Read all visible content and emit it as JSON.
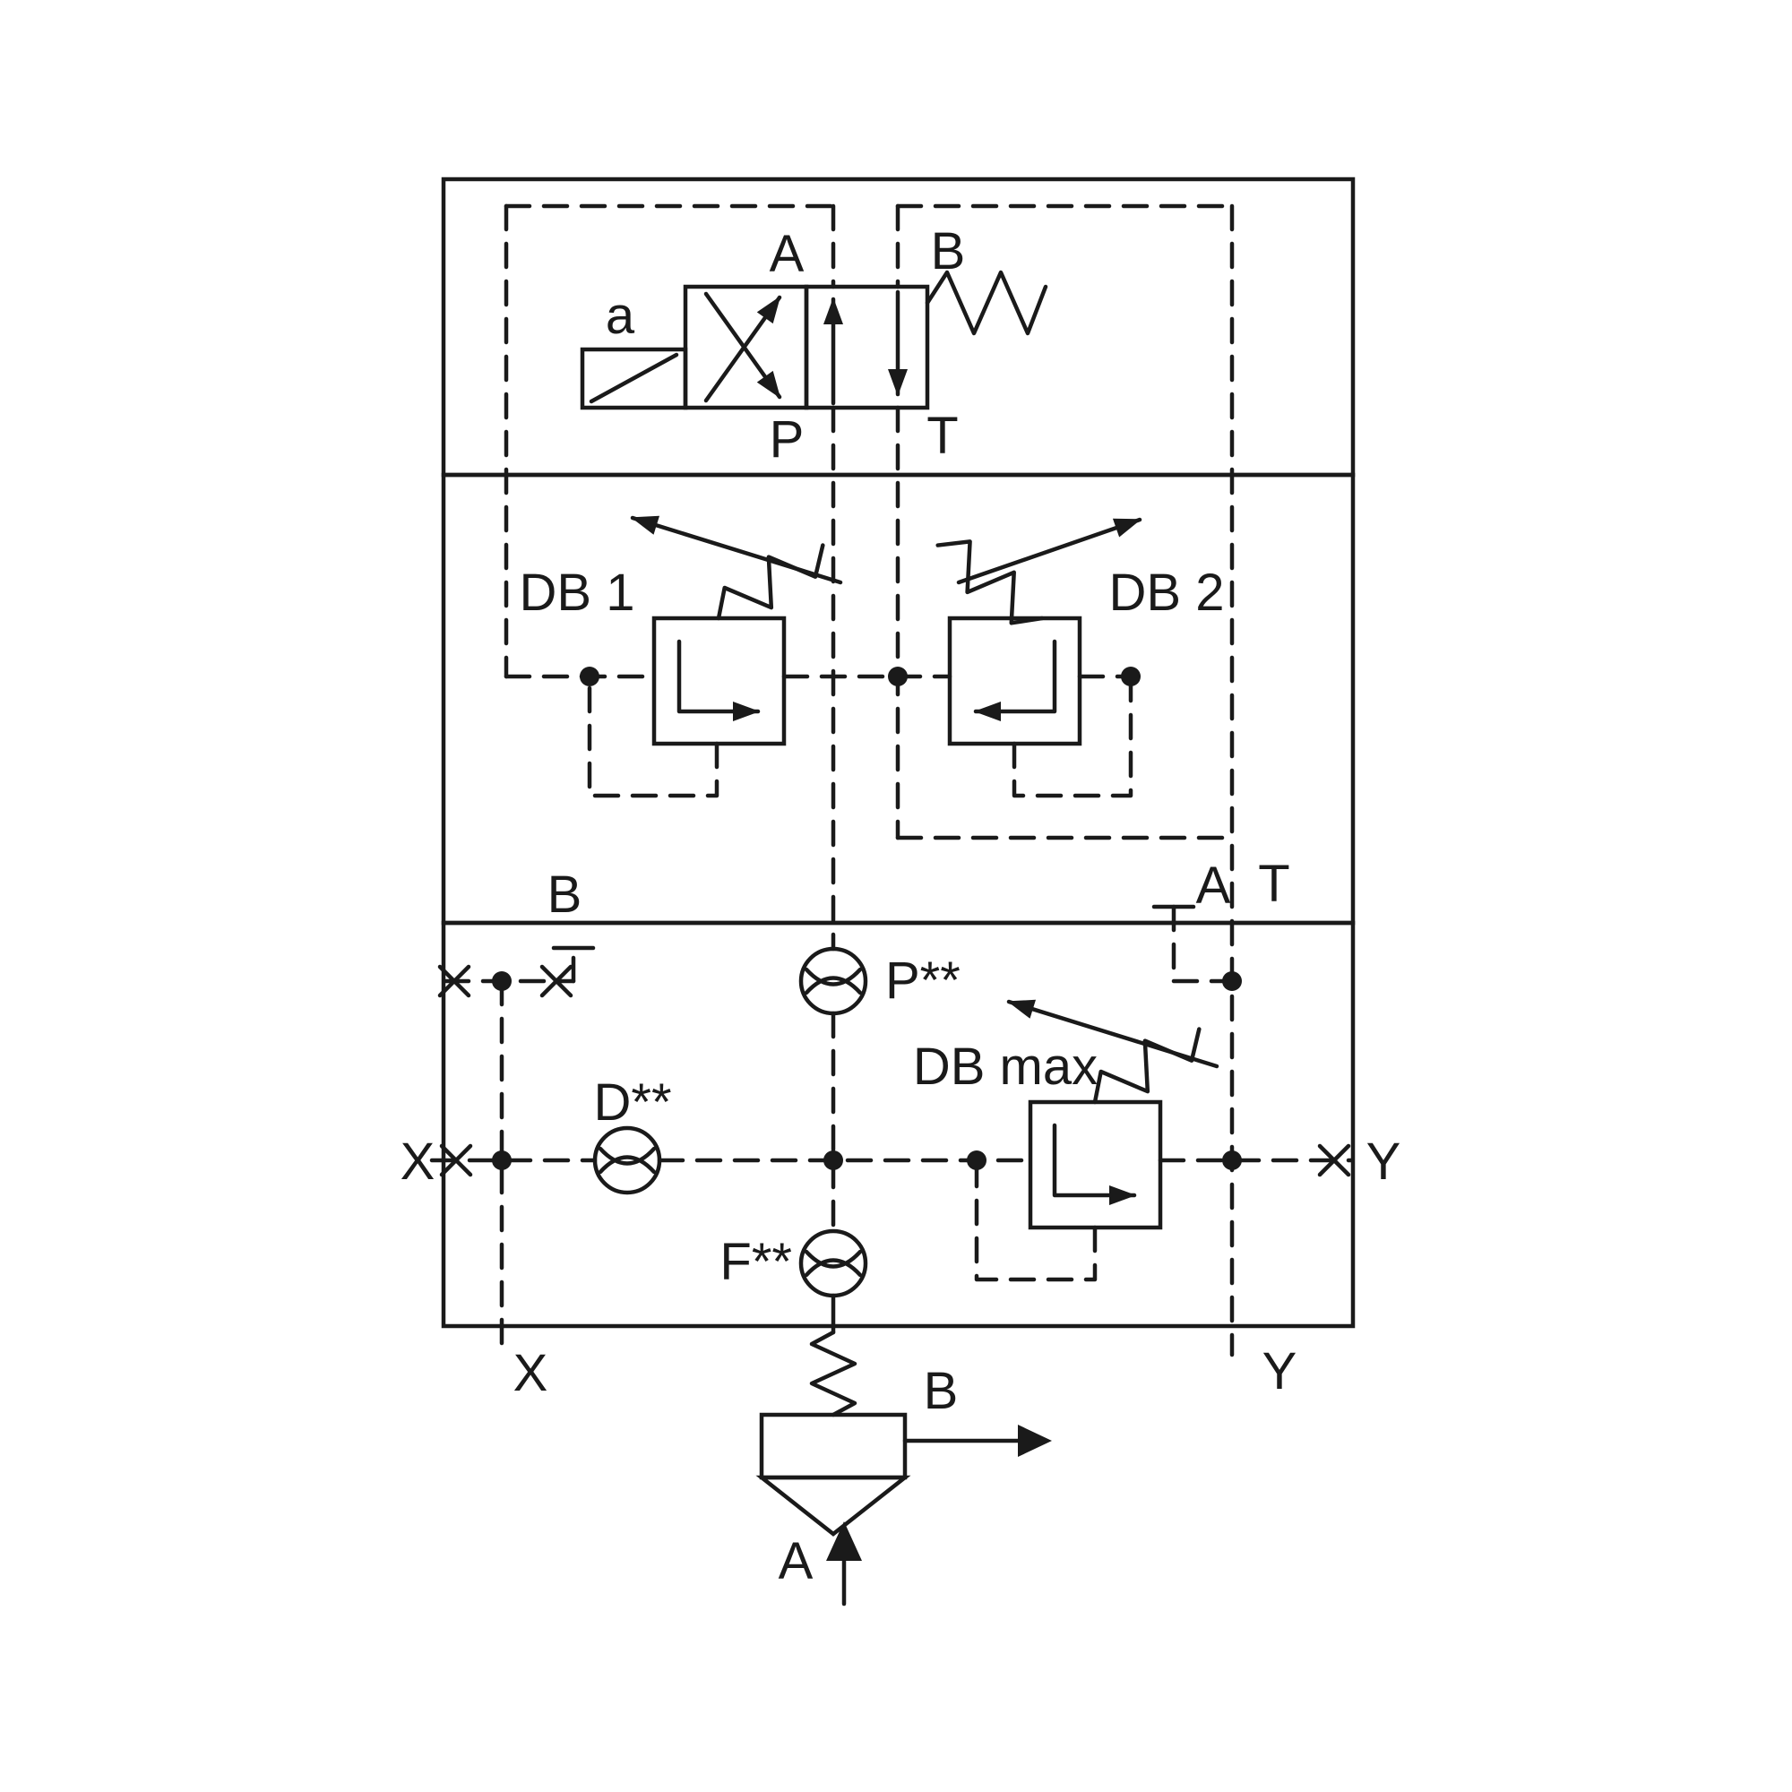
{
  "colors": {
    "line": "#1a1a1a",
    "background": "#ffffff"
  },
  "pilot_valve": {
    "solenoid_label": "a",
    "port_a": "A",
    "port_b": "B",
    "port_p": "P",
    "port_t": "T"
  },
  "pressure_valves": {
    "db1_label": "DB 1",
    "db2_label": "DB 2",
    "db_max_label": "DB max"
  },
  "interface_ports": {
    "b": "B",
    "a": "A",
    "t": "T"
  },
  "test_points": {
    "p": "P**",
    "d": "D**",
    "f": "F**"
  },
  "pilot_ports": {
    "x_left": "X",
    "y_right": "Y",
    "x_bottom": "X",
    "y_bottom": "Y"
  },
  "main_cartridge": {
    "port_a": "A",
    "port_b": "B"
  }
}
